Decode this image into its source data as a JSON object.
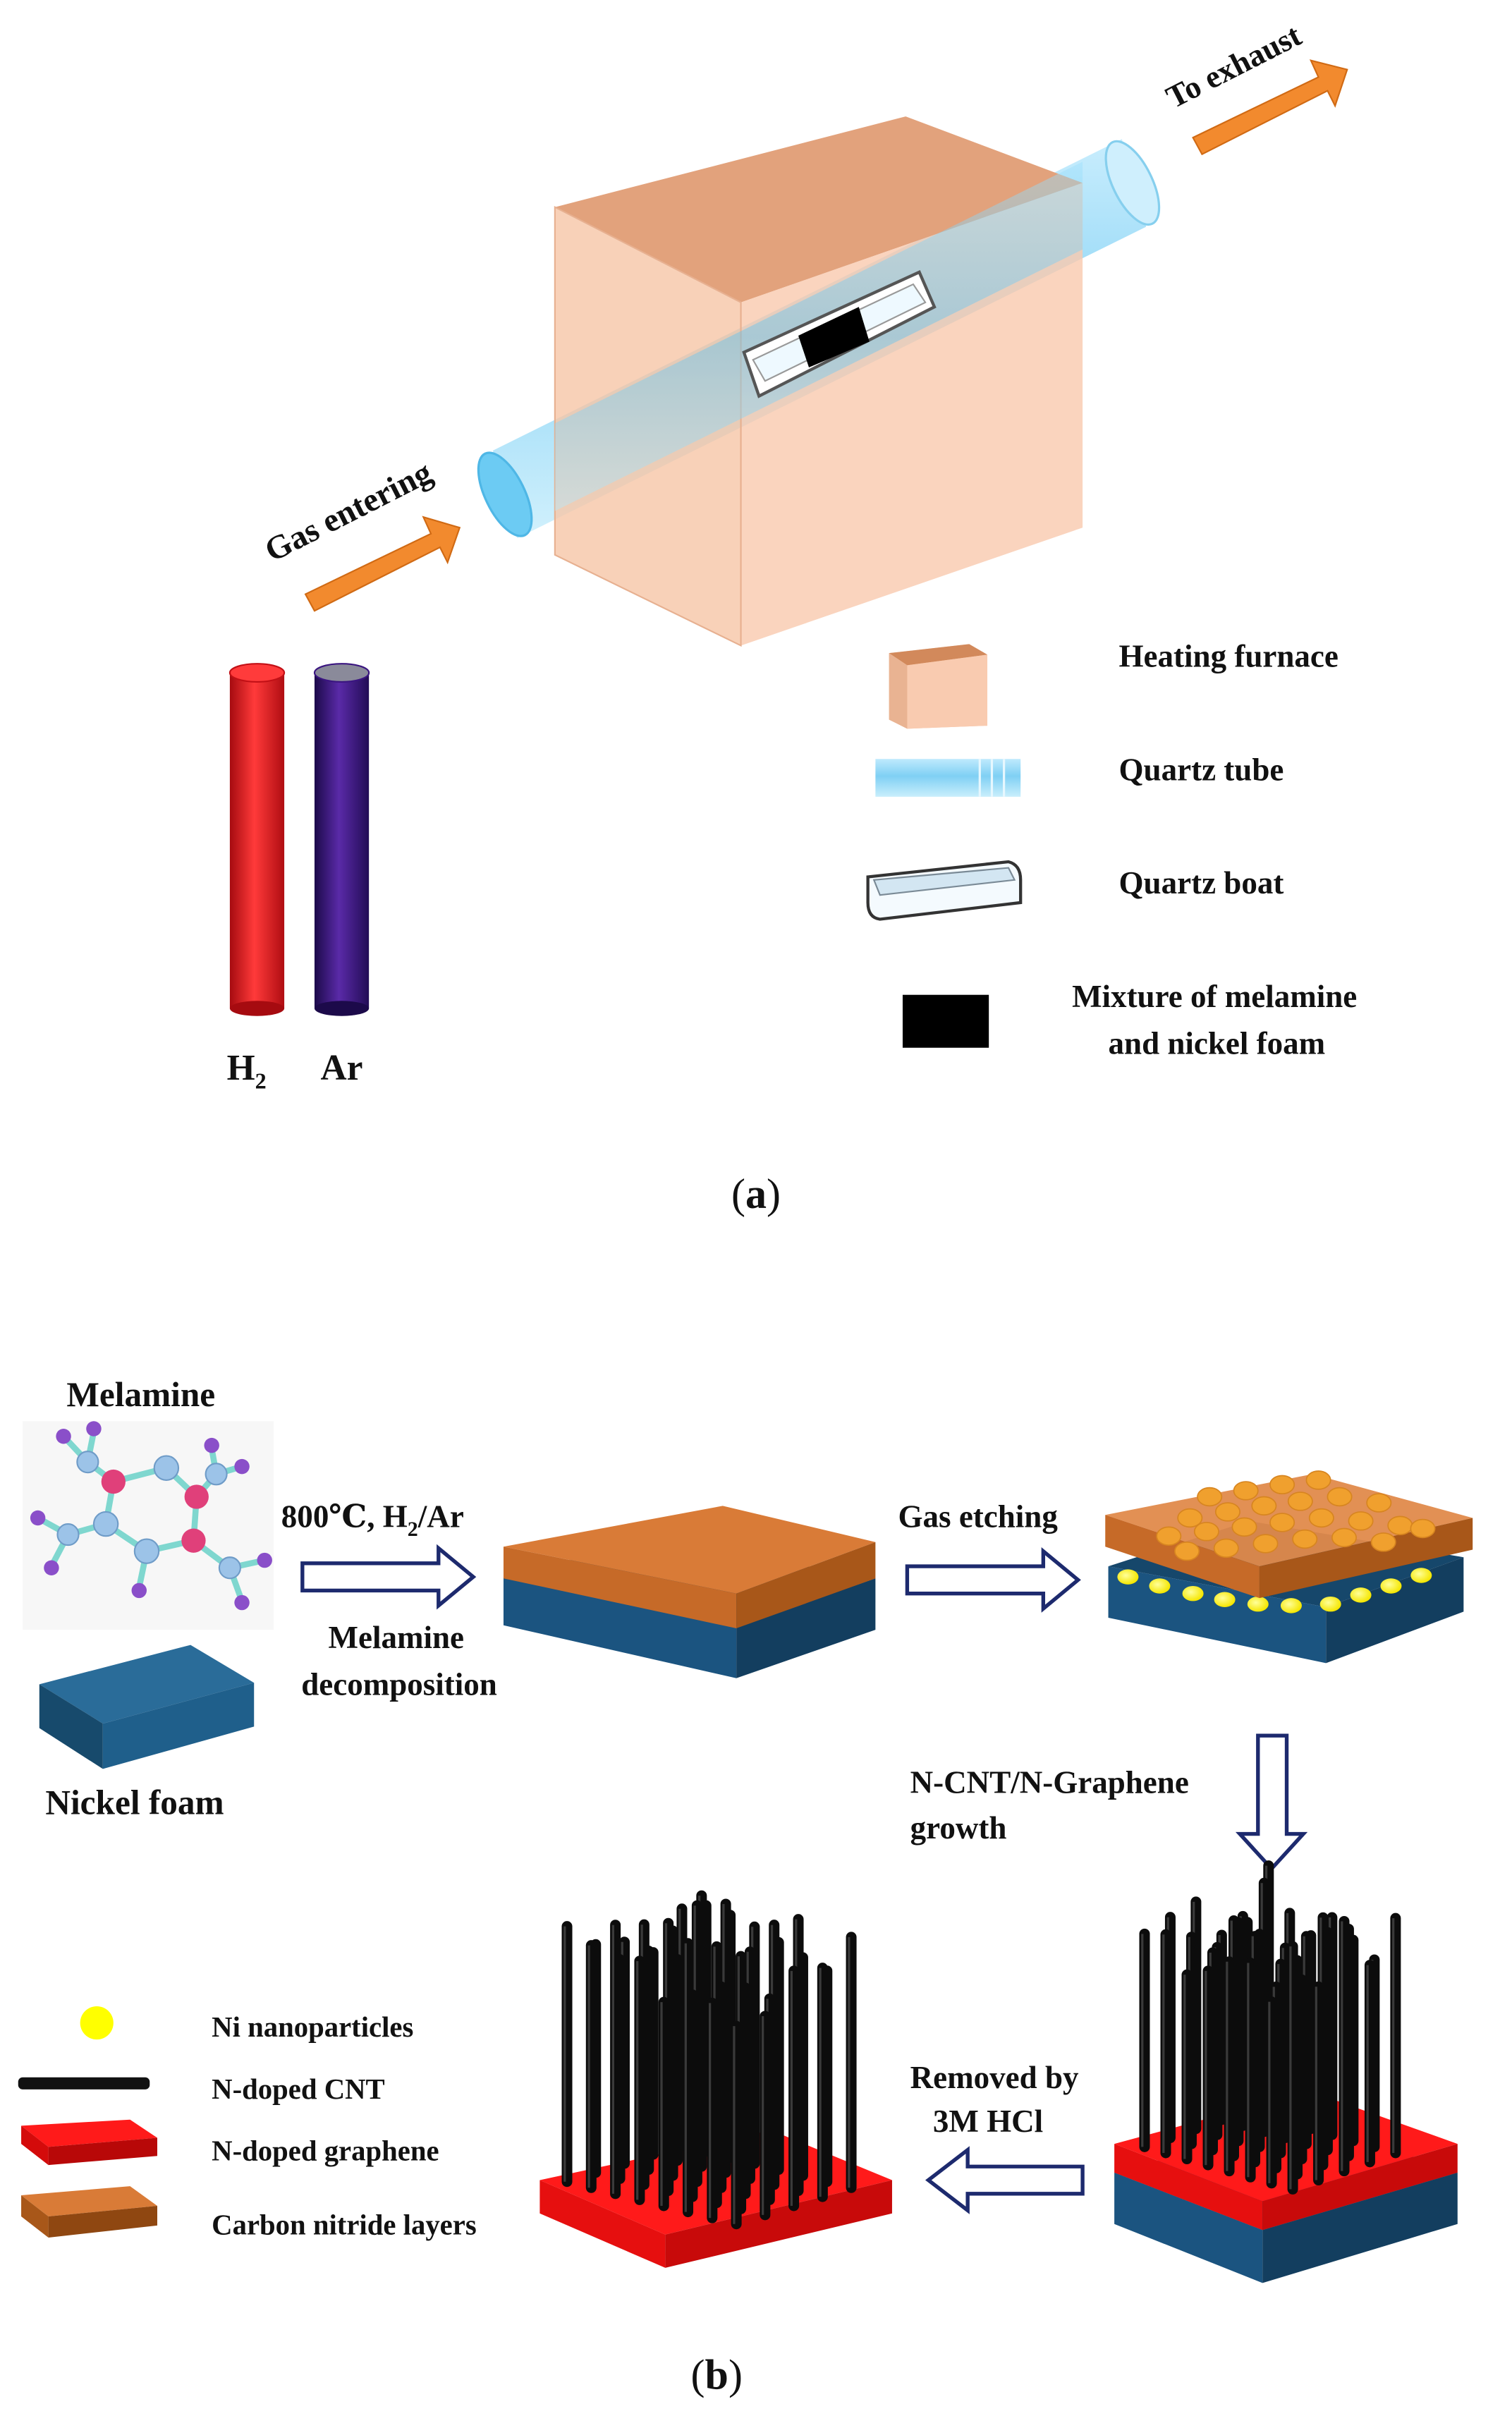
{
  "panel_a": {
    "caption_open": "(",
    "caption_letter": "a",
    "caption_close": ")",
    "arrow_in_label": "Gas entering",
    "arrow_out_label": "To exhaust",
    "cylinder_h2_main": "H",
    "cylinder_h2_sub": "2",
    "cylinder_ar": "Ar",
    "legend": [
      {
        "icon": "furnace-icon",
        "label": "Heating furnace"
      },
      {
        "icon": "quartz-tube-icon",
        "label": "Quartz tube"
      },
      {
        "icon": "quartz-boat-icon",
        "label": "Quartz boat"
      },
      {
        "icon": "mixture-icon",
        "label_line1": "Mixture of melamine",
        "label_line2": "and  nickel foam"
      }
    ],
    "colors": {
      "furnace_front": "#f9c9ae",
      "furnace_top": "#e4a47e",
      "furnace_side": "#efb58f",
      "tube": "#8fd6f5",
      "gas_arrow": "#f28a2e",
      "h2_cylinder": "#e8141b",
      "ar_cylinder": "#3a1580"
    }
  },
  "panel_b": {
    "caption_open": "(",
    "caption_letter": "b",
    "caption_close": ")",
    "melamine_label": "Melamine",
    "nickel_foam_label": "Nickel foam",
    "step1_top": "800℃, H",
    "step1_top_sub": "2",
    "step1_top_tail": "/Ar",
    "step1_bottom_line1": "Melamine",
    "step1_bottom_line2": "decomposition",
    "step2_label": "Gas etching",
    "step3_line1": "N-CNT/N-Graphene",
    "step3_line2": "growth",
    "step4_line1": "Removed by",
    "step4_line2": "3M HCl",
    "legend": [
      {
        "icon": "ni-nanoparticle-icon",
        "label": "Ni  nanoparticles"
      },
      {
        "icon": "cnt-icon",
        "label": "N-doped CNT"
      },
      {
        "icon": "graphene-icon",
        "label": "N-doped graphene"
      },
      {
        "icon": "carbon-nitride-icon",
        "label": "Carbon nitride  layers"
      }
    ],
    "colors": {
      "nickel_foam": "#1f5f8b",
      "carbon_nitride": "#d97b37",
      "graphene": "#ff1a1a",
      "ni_particle": "#ffff00",
      "cnt": "#111111",
      "process_arrow": "#1d2a6e"
    }
  }
}
